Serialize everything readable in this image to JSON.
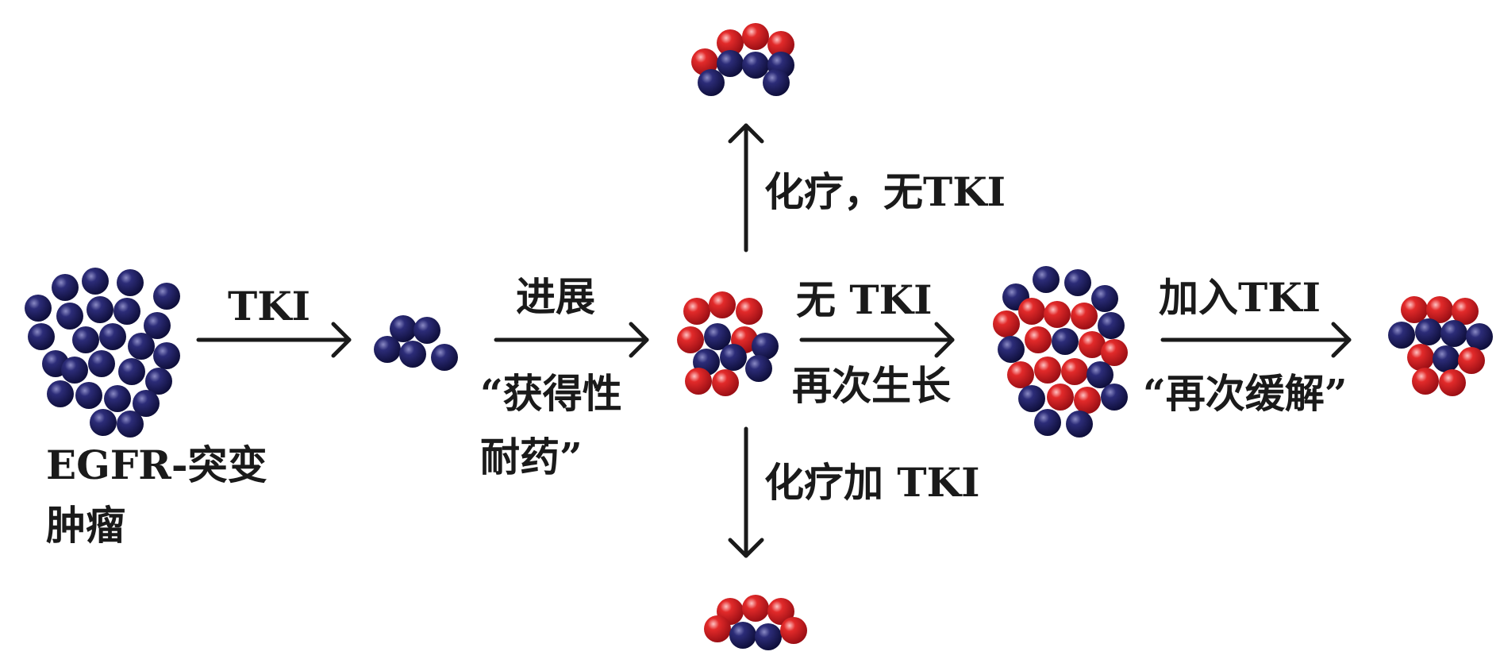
{
  "labels": {
    "egfr_line1": "EGFR-突变",
    "egfr_line2": "肿瘤",
    "tki": "TKI",
    "progress": "进展",
    "acquired_line1": "“获得性",
    "acquired_line2": "耐药”",
    "chemo_no_tki": "化疗，无TKI",
    "no_tki": "无 TKI",
    "regrow": "再次生长",
    "chemo_plus_tki": "化疗加 TKI",
    "add_tki": "加入TKI",
    "re_remission": "“再次缓解”"
  },
  "colors": {
    "sensitive_cell": "#1e1e5a",
    "resistant_cell": "#d61f26",
    "arrow": "#1a1a1a",
    "text": "#1a1a1a"
  },
  "cell_types": [
    "sensitive",
    "resistant"
  ]
}
